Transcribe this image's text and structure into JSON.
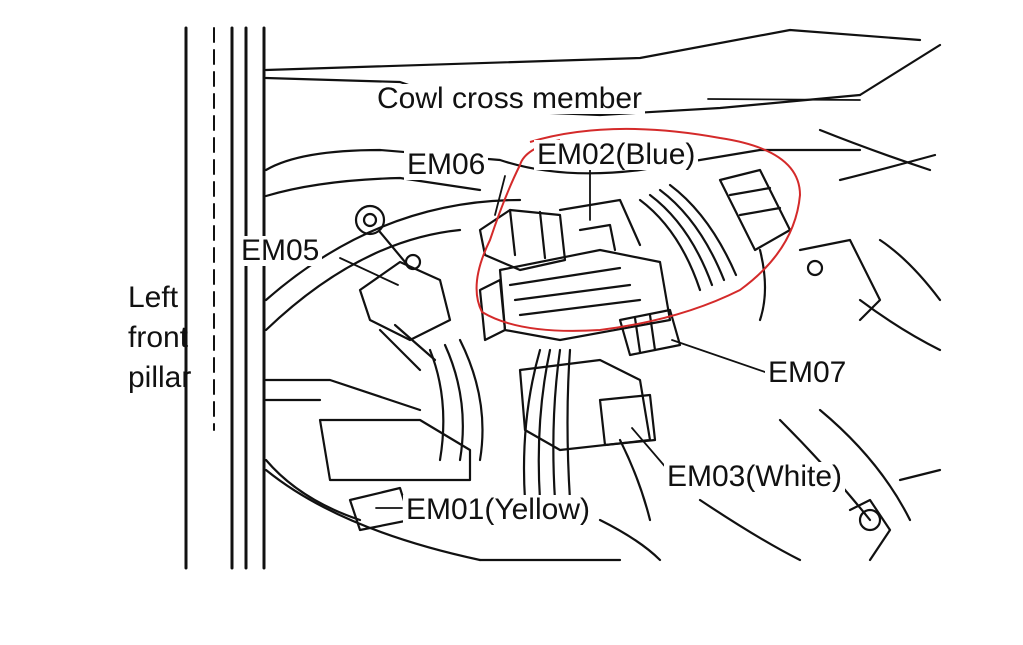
{
  "labels": {
    "cowl": "Cowl cross member",
    "em02": "EM02(Blue)",
    "em06": "EM06",
    "em05": "EM05",
    "em07": "EM07",
    "em03": "EM03(White)",
    "em01": "EM01(Yellow)",
    "pillar": [
      "Left",
      "front",
      "pillar"
    ]
  },
  "colors": {
    "ink": "#111111",
    "annotation_circle": "#d42a2a"
  }
}
